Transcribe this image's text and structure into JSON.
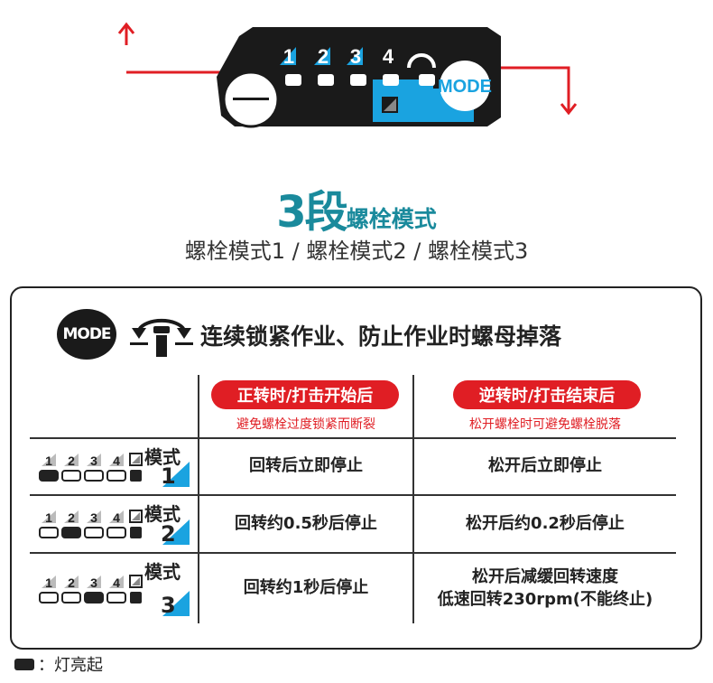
{
  "panel": {
    "digits": [
      "1",
      "2",
      "3",
      "4"
    ],
    "mode_button": "MODE",
    "accent": "#1aa3e0",
    "arrow_color": "#e01e24"
  },
  "title": {
    "number": "3段",
    "text": "螺栓模式"
  },
  "subtitle": "螺栓模式1  /  螺栓模式2 /  螺栓模式3",
  "card": {
    "mode_badge": "MODE",
    "heading": "连续锁紧作业、防止作业时螺母掉落",
    "columns": [
      {
        "pill": "正转时/打击开始后",
        "note": "避免螺栓过度锁紧而断裂"
      },
      {
        "pill": "逆转时/打击结束后",
        "note": "松开螺栓时可避免螺栓脱落"
      }
    ],
    "rows": [
      {
        "mode_label": "模式",
        "mode_num": "1",
        "lit": 1,
        "forward": "回转后立即停止",
        "reverse": "松开后立即停止"
      },
      {
        "mode_label": "模式",
        "mode_num": "2",
        "lit": 2,
        "forward": "回转约0.5秒后停止",
        "reverse": "松开后约0.2秒后停止"
      },
      {
        "mode_label": "模式",
        "mode_num": "3",
        "lit": 3,
        "forward": "回转约1秒后停止",
        "reverse": "松开后减缓回转速度",
        "reverse2": "低速回转230rpm(不能终止)"
      }
    ],
    "led_digits": [
      "1",
      "2",
      "3",
      "4"
    ]
  },
  "legend": "：灯亮起"
}
